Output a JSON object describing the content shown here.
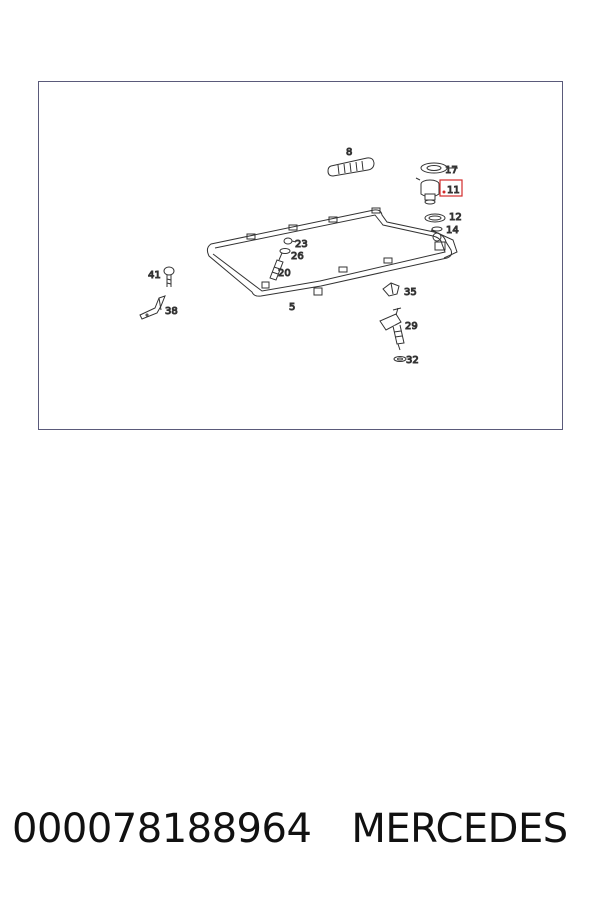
{
  "diagram": {
    "callouts": {
      "c8": "8",
      "c17": "17",
      "c11": "11",
      "c12": "12",
      "c14": "14",
      "c23": "23",
      "c26": "26",
      "c20": "20",
      "c41": "41",
      "c38": "38",
      "c5": "5",
      "c35": "35",
      "c29": "29",
      "c32": "32"
    },
    "highlighted_callout": "11",
    "highlight_color": "#d22b2b"
  },
  "footer": {
    "part_number": "000078188964",
    "brand": "MERCEDES"
  }
}
